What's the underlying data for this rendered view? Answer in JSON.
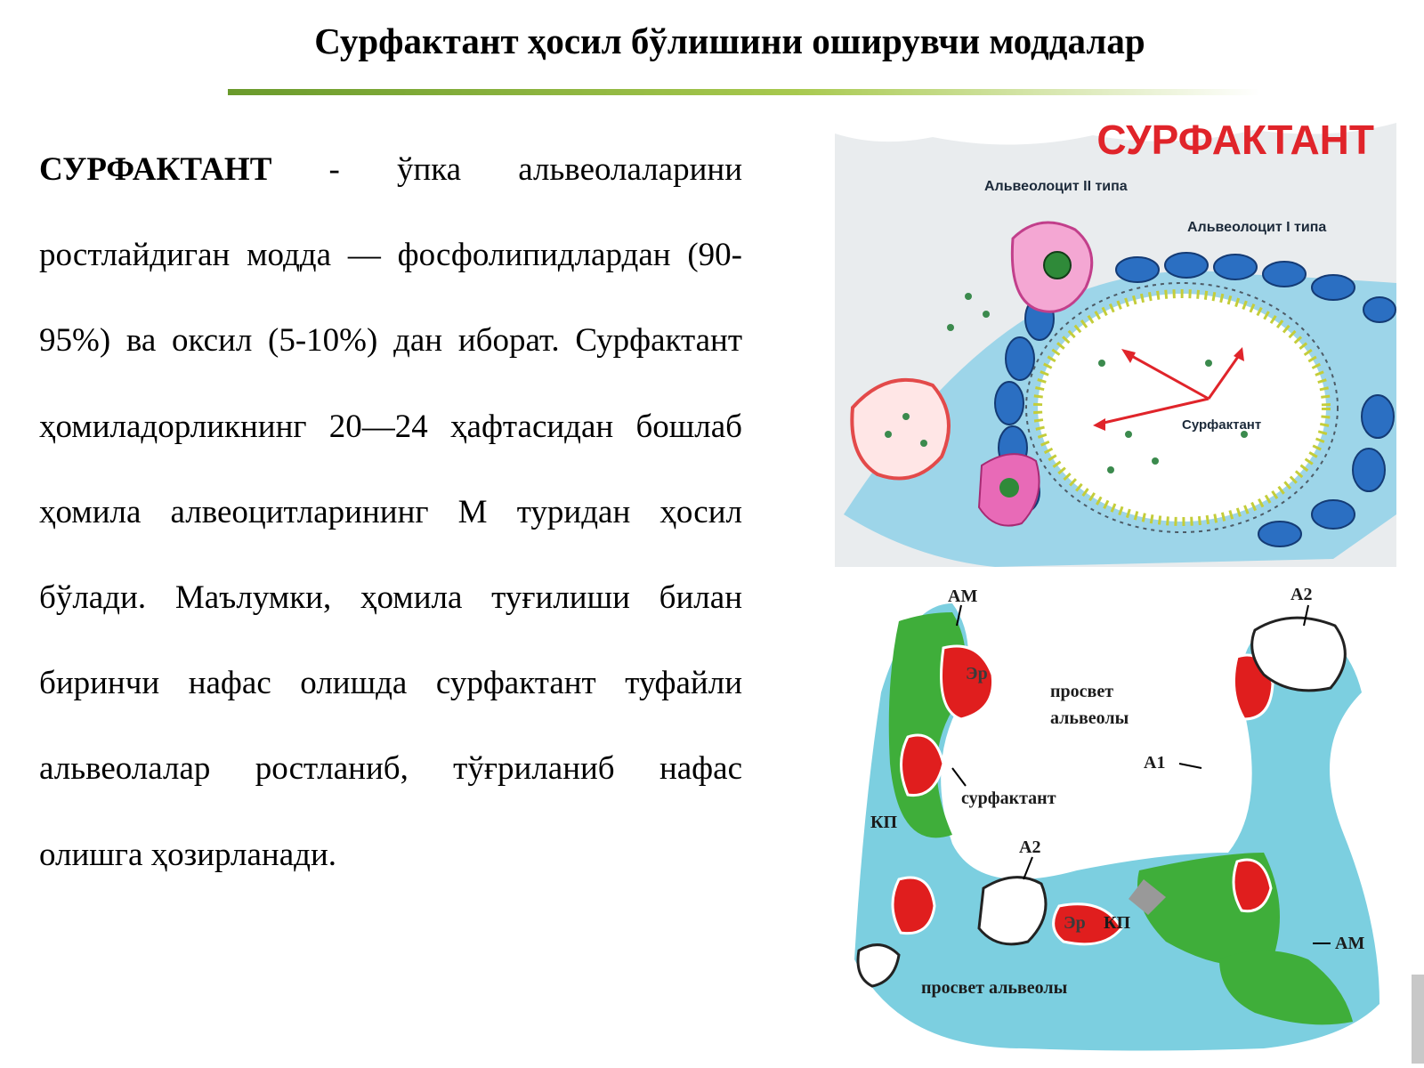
{
  "slide": {
    "title": "Сурфактант ҳосил бўлишини оширувчи моддалар",
    "term": "СУРФАКТАНТ",
    "definition": " - ўпка альвеолаларини ростлайдиган модда — фосфолипидлардан (90-95%) ва оксил (5-10%) дан иборат. Сурфактант ҳомиладорликнинг 20—24 ҳафтасидан бошлаб ҳомила алвеоцитларининг М туридан ҳосил бўлади. Маълумки, ҳомила туғилиши билан биринчи нафас олишда сурфактант туфайли альвеолалар ростланиб, тўғриланиб нафас олишга ҳозирланади."
  },
  "figure_top": {
    "heading": "СУРФАКТАНТ",
    "label_type2": "Альвеолоцит II типа",
    "label_type1": "Альвеолоцит I типа",
    "label_surfactant": "Сурфактант"
  },
  "figure_bottom": {
    "label_am_top": "АМ",
    "label_a2_top": "А2",
    "label_er_1": "Эр",
    "label_lumen_1": "просвет",
    "label_lumen_2": "альвеолы",
    "label_a1": "А1",
    "label_surfactant": "сурфактант",
    "label_kp_left": "КП",
    "label_a2_mid": "А2",
    "label_er_2": "Эр",
    "label_kp_bottom": "КП",
    "label_am_right": "АМ",
    "label_lumen_bottom": "просвет альвеолы"
  },
  "colors": {
    "accent_line": "#6a9a2c",
    "figure_heading": "#e0242a",
    "tissue_green": "#3fae3a",
    "fluid_blue": "#7ccfe0",
    "cell_red": "#e01e1e"
  }
}
